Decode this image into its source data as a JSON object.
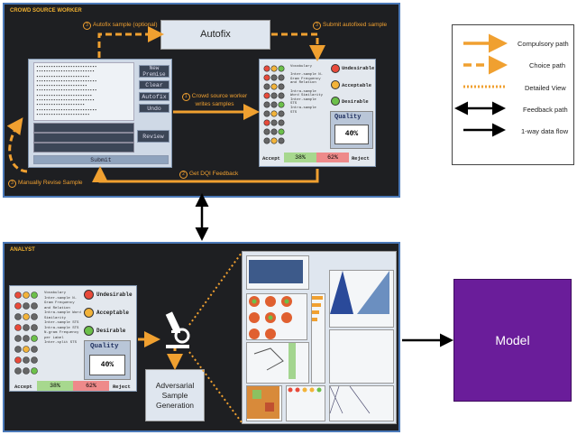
{
  "crowd": {
    "title": "CROWD SOURCE WORKER",
    "autofix_box": "Autofix",
    "step3_autofix": "Autofix sample (optional)",
    "step3_submit": "Submit autofixed sample",
    "step1_text": "Crowd source worker writes samples",
    "step2_text": "Get DQI Feedback",
    "step3_revise": "Manually Revise Sample",
    "step_num_1": "1",
    "step_num_2": "2",
    "step_num_3": "3",
    "buttons": [
      "New Premise",
      "Clear",
      "Autofix",
      "Undo"
    ],
    "review_label": "Review",
    "submit_label": "Submit"
  },
  "feedback_card": {
    "ratings": [
      "Undesirable",
      "Acceptable",
      "Desirable"
    ],
    "quality_label": "Quality",
    "quality_value": "40%",
    "accept_label": "Accept",
    "reject_label": "Reject",
    "accept_pct": "38%",
    "reject_pct": "62%",
    "metrics": [
      "Vocabulary",
      "Inter-sample N-Gram Frequency and Relation",
      "Intra-sample Word Similarity",
      "Inter-sample STS",
      "Intra-sample STS",
      "N-gram Frequency per Label",
      "Inter-split STS"
    ],
    "crowd_quality_value": "40%",
    "crowd_accept_pct": "38%",
    "crowd_reject_pct": "62%"
  },
  "analyst": {
    "title": "ANALYST",
    "adversarial_label": "Adversarial Sample Generation"
  },
  "model": {
    "label": "Model"
  },
  "legend": {
    "items": [
      "Compulsory path",
      "Choice path",
      "Detailed View",
      "Feedback path",
      "1-way data flow"
    ]
  },
  "colors": {
    "panel_border": "#4b79b8",
    "panel_bg": "#1e1f22",
    "orange": "#f0a030",
    "model_bg": "#6a1d9a",
    "undesirable": "#e84a3a",
    "acceptable": "#f2b33a",
    "desirable": "#6cc04a"
  }
}
